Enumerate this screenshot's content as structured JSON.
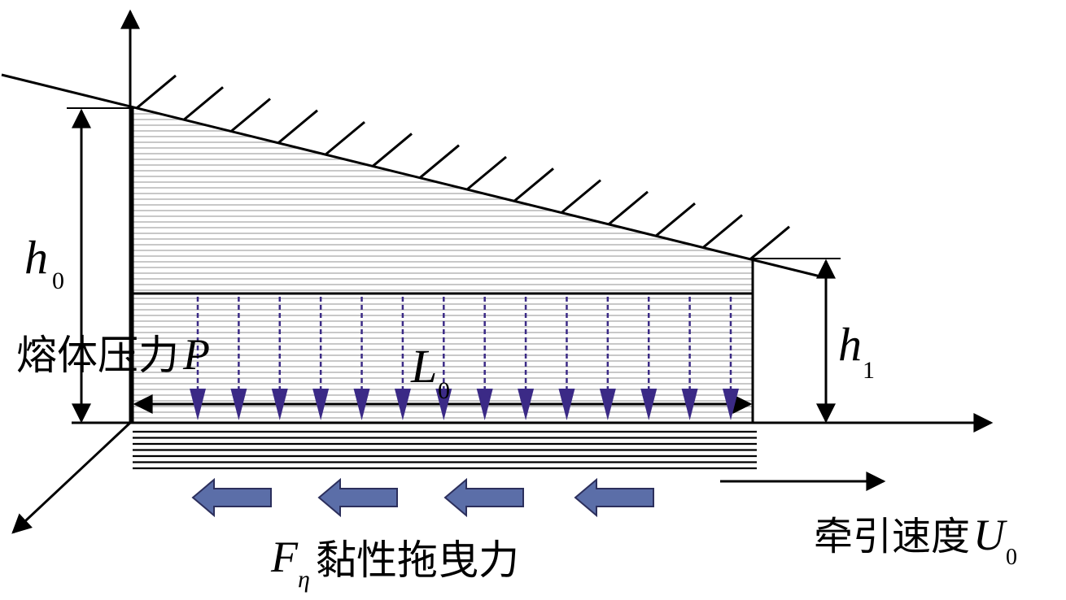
{
  "labels": {
    "h0_letter": "h",
    "h0_sub": "0",
    "h1_letter": "h",
    "h1_sub": "1",
    "melt_pressure": "熔体压力",
    "melt_pressure_symbol": "P",
    "L0_letter": "L",
    "L0_sub": "0",
    "drag_symbol": "F",
    "drag_sub": "η",
    "drag_text": "黏性拖曳力",
    "speed_text": "牵引速度",
    "speed_symbol": "U",
    "speed_sub": "0"
  },
  "colors": {
    "line": "#000000",
    "hatch_fill": "#c8c8c8",
    "pressure_arrow": "#3b2a86",
    "drag_arrow_fill": "#5b6ea8",
    "drag_arrow_stroke": "#2c2f5c"
  },
  "pressure_arrow_count": 14,
  "drag_arrow_count": 4
}
